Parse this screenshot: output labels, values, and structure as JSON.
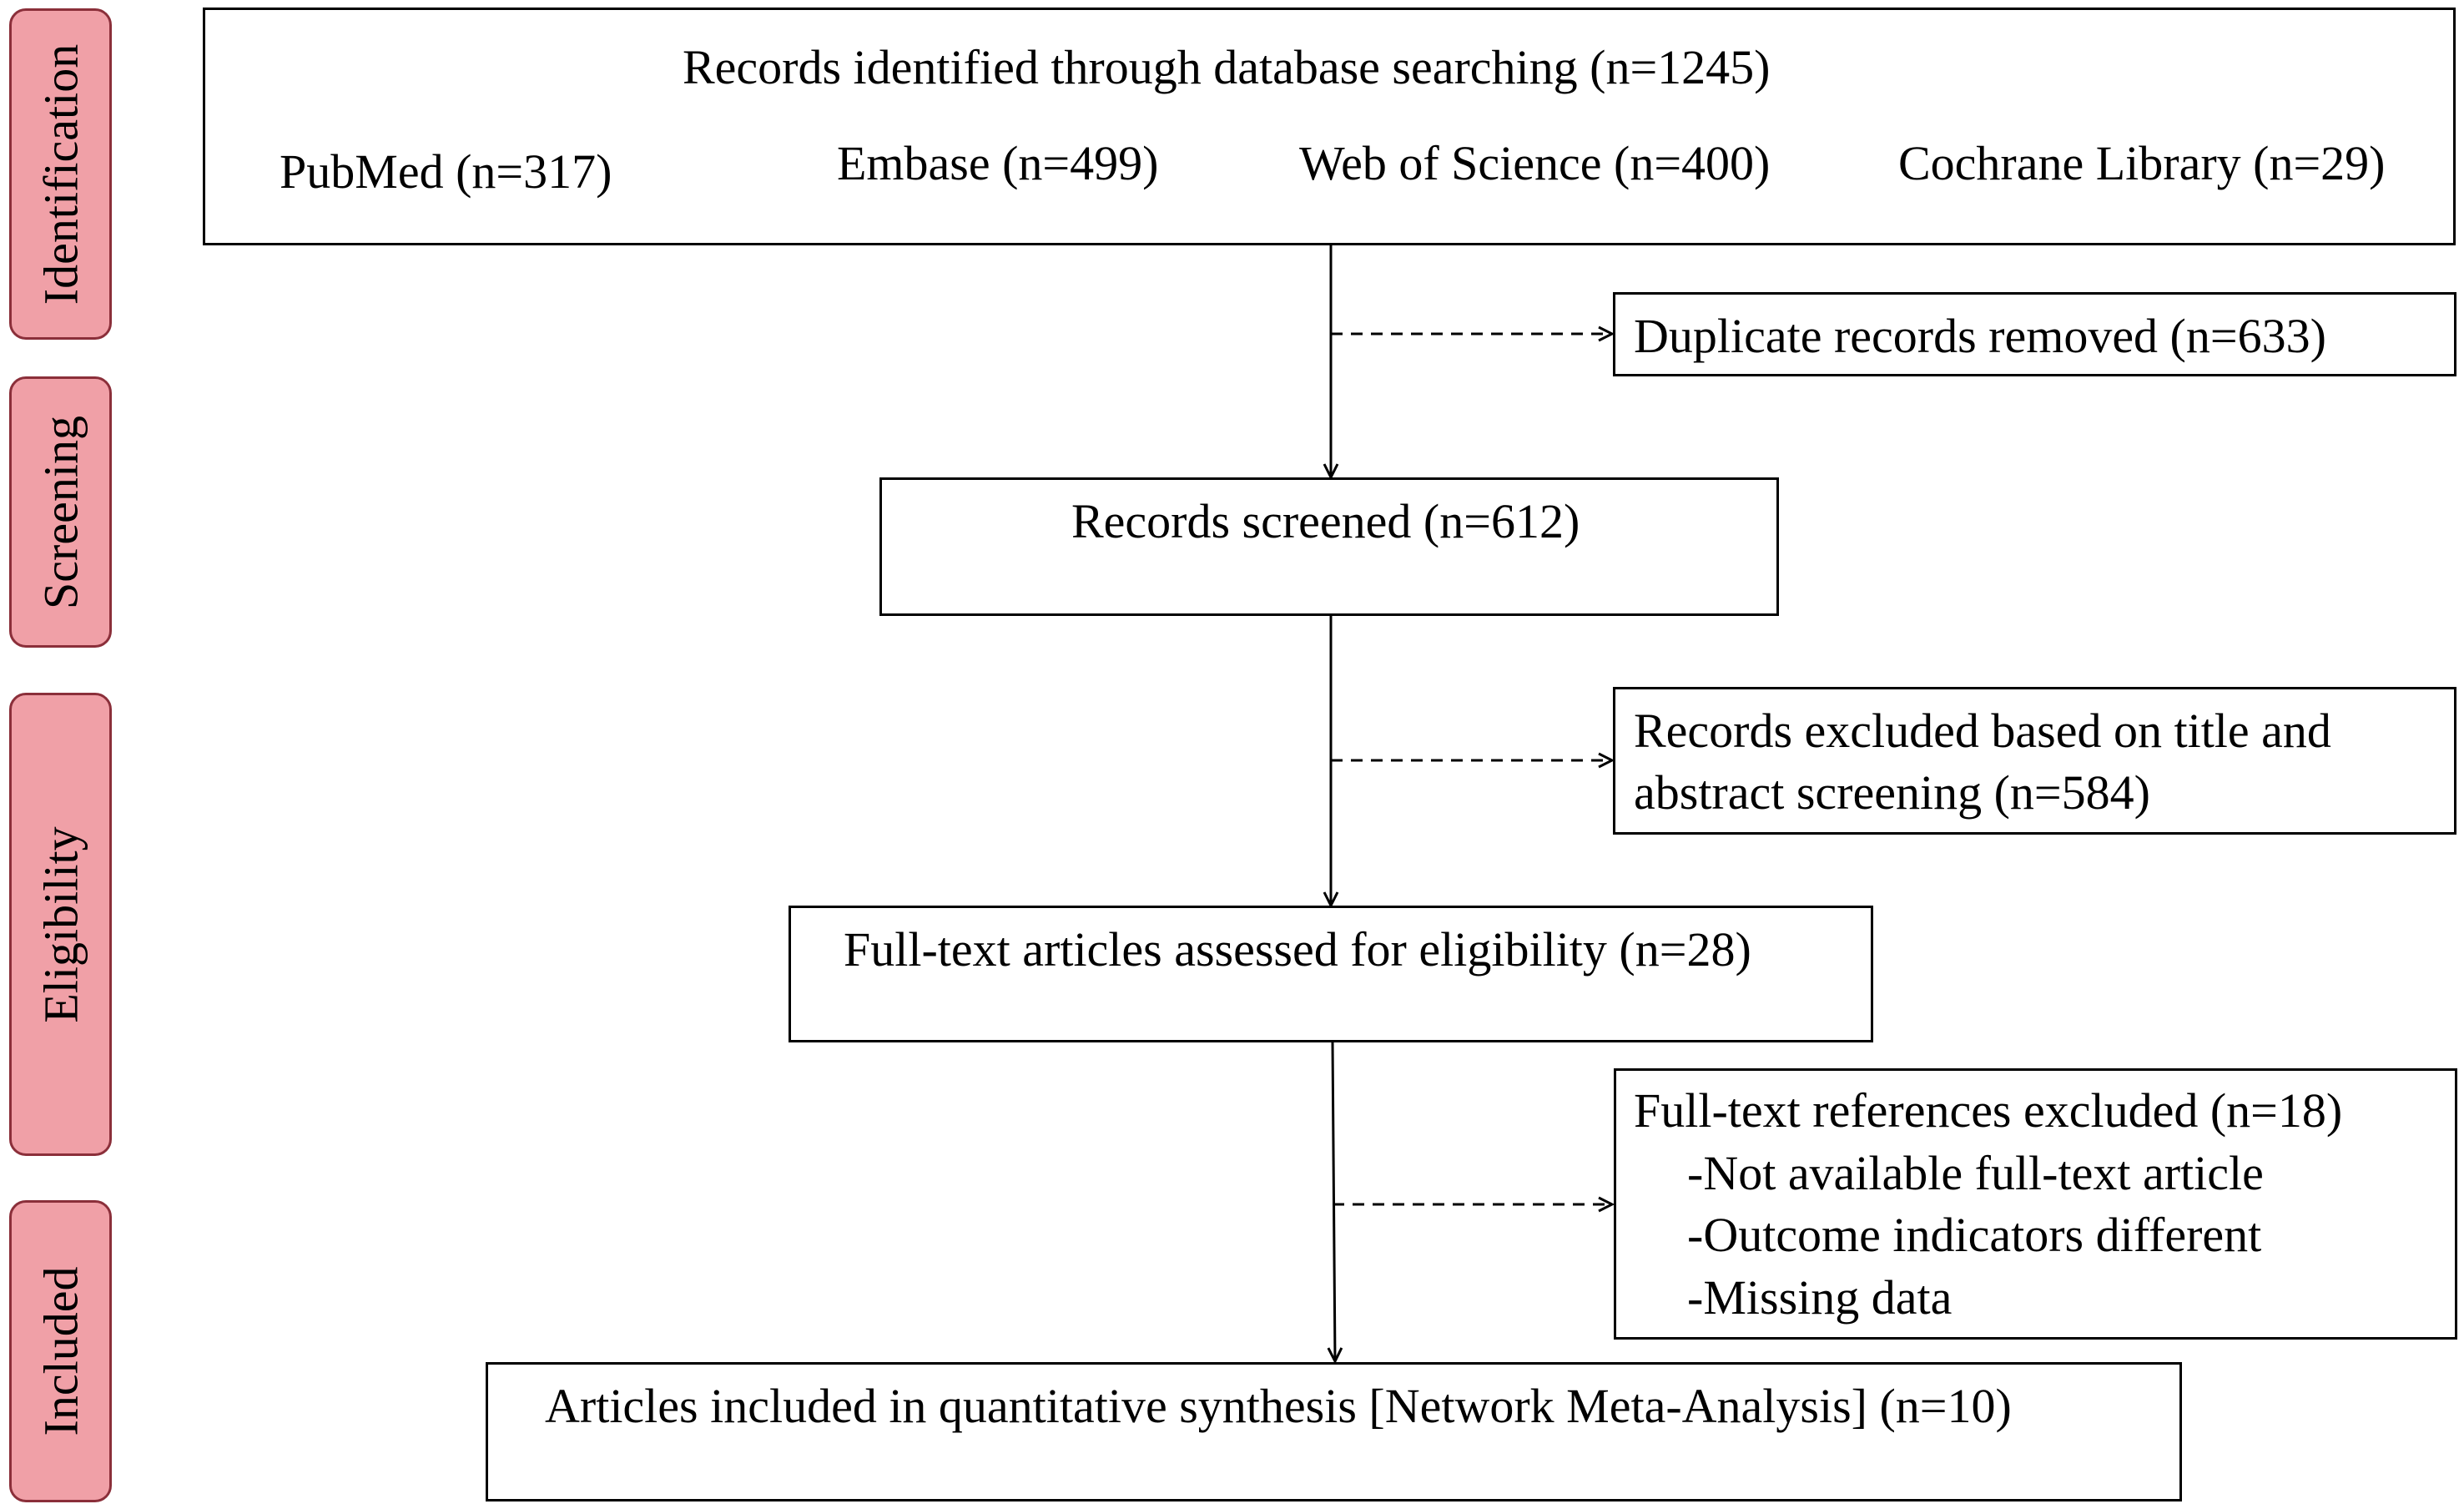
{
  "phases": {
    "identification": "Identification",
    "screening": "Screening",
    "eligibility": "Eligibility",
    "included": "Included"
  },
  "identified": {
    "title": "Records identified through database searching (n=1245)",
    "sources": [
      "PubMed (n=317)",
      "Embase (n=499)",
      "Web of Science (n=400)",
      "Cochrane Library (n=29)"
    ]
  },
  "duplicates": "Duplicate records removed (n=633)",
  "screened": "Records screened (n=612)",
  "excluded_title": [
    "Records excluded based on title and",
    "abstract screening (n=584)"
  ],
  "fulltext": "Full-text articles assessed for eligibility (n=28)",
  "fulltext_excluded": {
    "title": "Full-text references excluded (n=18)",
    "reasons": [
      "-Not available full-text article",
      "-Outcome indicators different",
      "-Missing data"
    ]
  },
  "included": "Articles included in quantitative synthesis [Network Meta-Analysis] (n=10)",
  "colors": {
    "phase_fill": "#f0a0a7",
    "phase_border": "#8b2f3a"
  }
}
